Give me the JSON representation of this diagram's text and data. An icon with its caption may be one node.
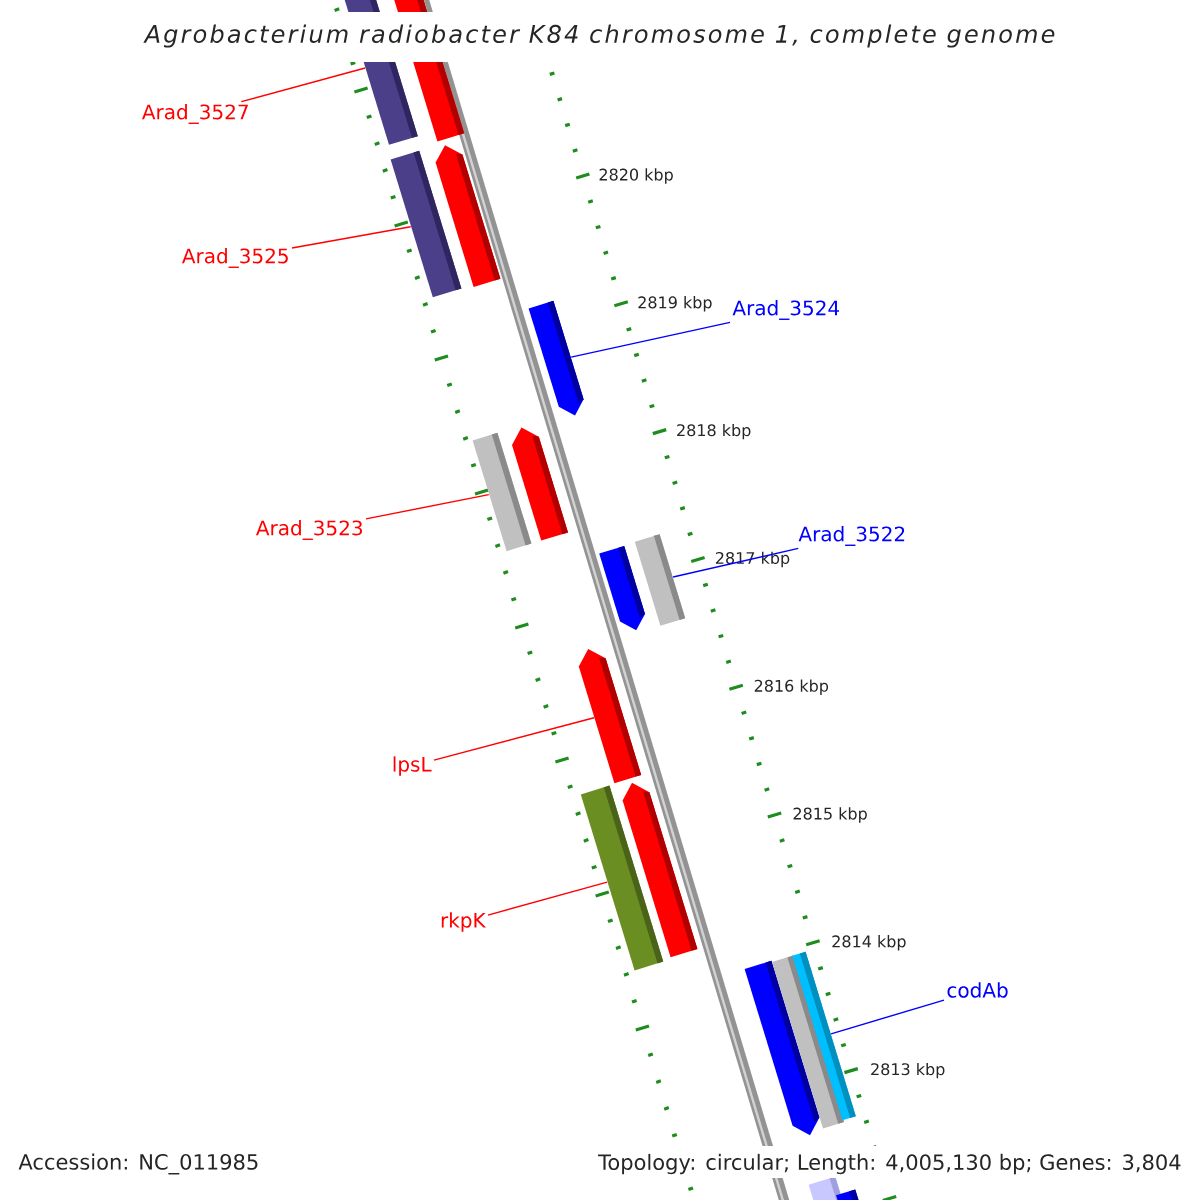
{
  "diagram": {
    "title": "Agrobacterium radiobacter K84 chromosome 1, complete genome",
    "nodes": [
      {
        "text": [],
        "shape": "bar"
      },
      {
        "text": [],
        "shape": "bar"
      },
      {
        "text": [
          "Arad_3527"
        ]
      },
      {
        "text": [],
        "shape": "bar"
      },
      {
        "text": [],
        "shape": "arrow"
      },
      {
        "text": [
          "Arad_3525"
        ]
      },
      {
        "text": [],
        "shape": "arrow"
      },
      {
        "text": [
          "Arad_3524"
        ]
      },
      {
        "text": [],
        "shape": "bar"
      },
      {
        "text": [],
        "shape": "arrow"
      },
      {
        "text": [
          "Arad_3523"
        ]
      },
      {
        "text": [],
        "shape": "arrow"
      },
      {
        "text": [],
        "shape": "bar"
      },
      {
        "text": [
          "Arad_3522"
        ]
      },
      {
        "text": [],
        "shape": "arrow"
      },
      {
        "text": [
          "lpsL"
        ]
      },
      {
        "text": [],
        "shape": "bar"
      },
      {
        "text": [],
        "shape": "arrow"
      },
      {
        "text": [
          "rkpK"
        ]
      },
      {
        "text": [],
        "shape": "arrow"
      },
      {
        "text": [],
        "shape": "bar"
      },
      {
        "text": [],
        "shape": "bar"
      },
      {
        "text": [
          "codAb"
        ]
      },
      {
        "text": [],
        "shape": "bar"
      },
      {
        "text": [],
        "shape": "bar"
      }
    ],
    "edges": [
      {
        "from": 2,
        "to": 0,
        "arrow": "none"
      },
      {
        "from": 5,
        "to": 3,
        "arrow": "none"
      },
      {
        "from": 7,
        "to": 6,
        "arrow": "none",
        "color": "#0000ff"
      },
      {
        "from": 10,
        "to": 8,
        "arrow": "none"
      },
      {
        "from": 13,
        "to": 12,
        "arrow": "none",
        "color": "#0000ff"
      },
      {
        "from": 15,
        "to": 14,
        "arrow": "none"
      },
      {
        "from": 18,
        "to": 16,
        "arrow": "none"
      },
      {
        "from": 22,
        "to": 21,
        "arrow": "none",
        "color": "#0000ff"
      }
    ],
    "labels": [
      "2820 kbp",
      "2819 kbp",
      "2818 kbp",
      "2817 kbp",
      "2816 kbp",
      "2815 kbp",
      "2814 kbp",
      "2813 kbp",
      "Accession: NC_011985",
      "Topology: circular; Length: 4,005,130 bp; Genes: 3,804"
    ]
  }
}
